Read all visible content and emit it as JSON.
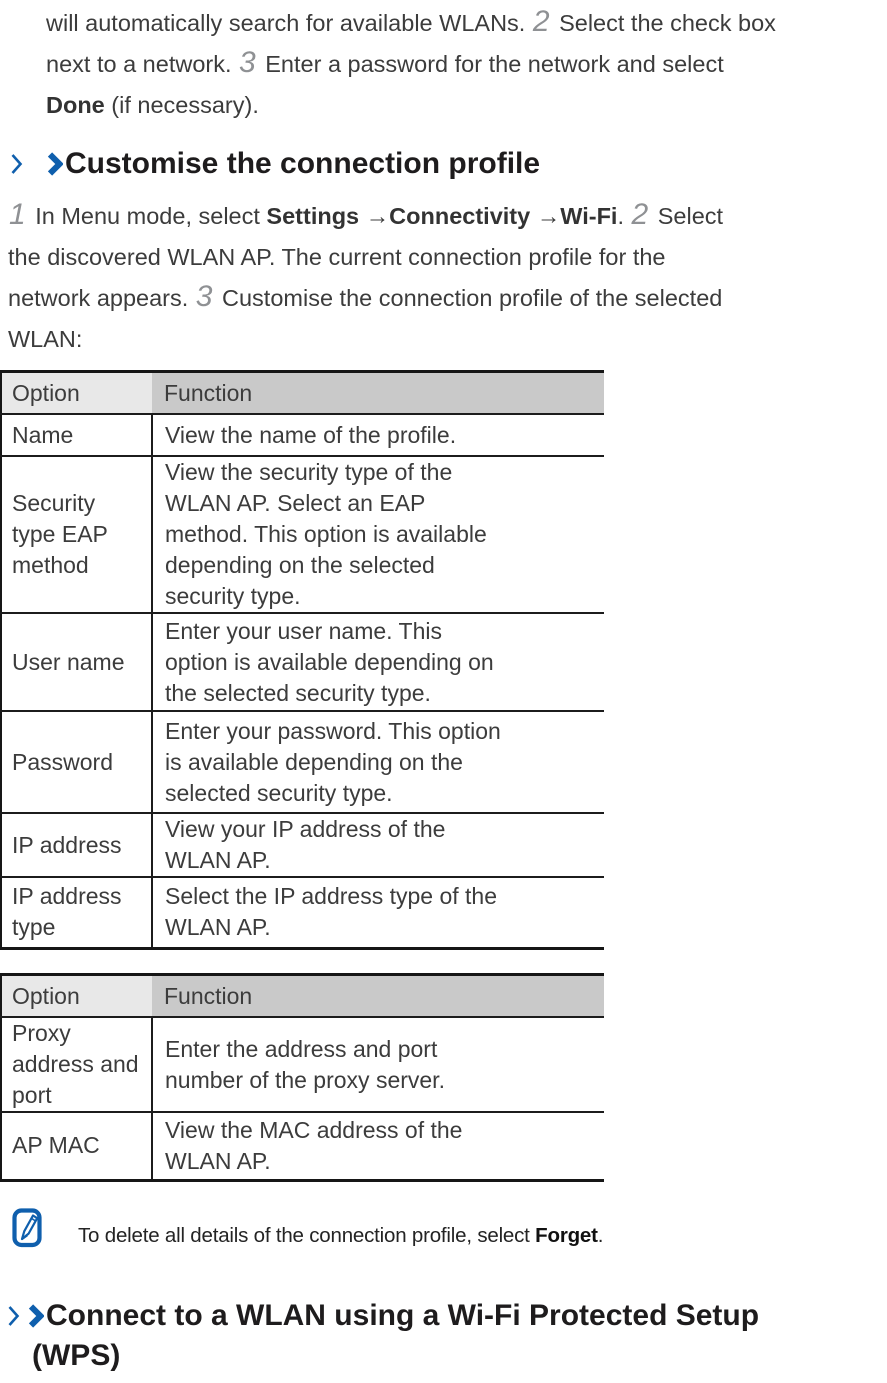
{
  "colors": {
    "accent_blue": "#0f5fad",
    "table_header_option_bg": "#e8e8e8",
    "table_header_function_bg": "#c9c9c9",
    "step_number_gray": "#8f9194",
    "body_text": "#3c3c3c"
  },
  "icons": {
    "section_marker_thin": "chevron-right-icon",
    "section_marker_bold": "chevron-right-bold-icon",
    "note": "pencil-note-icon"
  },
  "intro": {
    "lines": [
      [
        {
          "t": "will automatically search for available WLANs. "
        },
        {
          "t": "2",
          "step": true
        },
        {
          "t": " Select the check box"
        }
      ],
      [
        {
          "t": "next to a network. "
        },
        {
          "t": "3",
          "step": true
        },
        {
          "t": " Enter a password for the network and select"
        }
      ],
      [
        {
          "t": "Done",
          "b": true
        },
        {
          "t": " (if necessary)."
        }
      ]
    ]
  },
  "section_customise": {
    "title": "Customise the connection profile",
    "steps_lines": [
      [
        {
          "t": "1",
          "step": true
        },
        {
          "t": " In Menu mode, select "
        },
        {
          "t": "Settings",
          "b": true
        },
        {
          "t": " →"
        },
        {
          "t": "Connectivity",
          "b": true
        },
        {
          "t": " →"
        },
        {
          "t": "Wi-Fi",
          "b": true
        },
        {
          "t": ". "
        },
        {
          "t": "2",
          "step": true
        },
        {
          "t": " Select"
        }
      ],
      [
        {
          "t": "the discovered WLAN AP. The current connection profile for the"
        }
      ],
      [
        {
          "t": "network appears. "
        },
        {
          "t": "3",
          "step": true
        },
        {
          "t": " Customise the connection profile of the selected"
        }
      ],
      [
        {
          "t": "WLAN:"
        }
      ]
    ],
    "tables": [
      {
        "headers": [
          "Option",
          "Function"
        ],
        "rows": [
          {
            "option": [
              "Name"
            ],
            "function": [
              "View the name of the profile."
            ]
          },
          {
            "option": [
              "Security",
              "type EAP",
              "method"
            ],
            "function": [
              "View the security type of the",
              "WLAN AP. Select an EAP",
              "method. This option is available",
              "depending on the selected",
              "security type."
            ]
          },
          {
            "option": [
              "User name"
            ],
            "function": [
              "Enter your user name. This",
              "option is available depending on",
              "the selected security type."
            ]
          },
          {
            "option": [
              "Password"
            ],
            "function": [
              "Enter your password. This option",
              "is available depending on the",
              "selected security type."
            ]
          },
          {
            "option": [
              "IP address"
            ],
            "function": [
              "View your IP address of the",
              "WLAN AP."
            ]
          },
          {
            "option": [
              "IP address",
              "type"
            ],
            "function": [
              "Select the IP address type of the",
              "WLAN AP."
            ]
          }
        ]
      },
      {
        "headers": [
          "Option",
          "Function"
        ],
        "rows": [
          {
            "option": [
              "Proxy",
              "address and",
              "port"
            ],
            "function": [
              "Enter the address and port",
              "number of the proxy server."
            ]
          },
          {
            "option": [
              "AP MAC"
            ],
            "function": [
              "View the MAC address of the",
              "WLAN AP."
            ]
          }
        ]
      }
    ],
    "note_lines": [
      [
        {
          "t": "To delete all details of the connection profile, select "
        },
        {
          "t": "Forget",
          "b": true
        },
        {
          "t": "."
        }
      ]
    ]
  },
  "section_wps": {
    "title_line1": "Connect to a WLAN using a Wi-Fi Protected Setup",
    "title_line2": "(WPS)"
  }
}
